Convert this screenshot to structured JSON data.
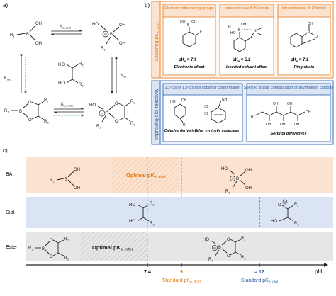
{
  "panel_a": {
    "label": "a)",
    "k_acid": "K",
    "k_acid_sub": "a, acid",
    "k_trig": "K",
    "k_trig_sub": "trig",
    "k_tet": "K",
    "k_tet_sub": "tet",
    "k_ester": "K",
    "k_ester_sub": "a, ester",
    "r1": "R",
    "r1_sub": "1",
    "r2": "R",
    "r2_sub": "2",
    "r3": "R",
    "r3_sub": "3",
    "oh": "OH",
    "ho": "HO",
    "b": "B",
    "o": "O"
  },
  "panel_b": {
    "label": "b)",
    "side_top_main": "Lowering pK",
    "side_top_sub": "a, acid",
    "side_bottom": "Improving diol reactivity",
    "boxes_top": [
      {
        "title": "Electron-withdrawing groups",
        "pka_label": "pK",
        "pka_sub": "a",
        "pka_value": " = 7.9",
        "caption": "Electronic effect"
      },
      {
        "title": "Intramolecular B-N bonds",
        "pka_label": "pK",
        "pka_sub": "a",
        "pka_value": " = 5.2",
        "caption": "Inserted solvent effect"
      },
      {
        "title": "Intramolecular B-O bonds",
        "pka_label": "pK",
        "pka_sub": "a",
        "pka_value": " = 7.2",
        "caption": "Ring strain"
      }
    ],
    "boxes_bottom": [
      {
        "title": "1,2-cis or 1,3-cis diol coplanar conformation",
        "caption_left": "Catechol derivatives",
        "caption_right": "Other synthetic molecules"
      },
      {
        "title": "Specific spatial configuration of asymmetric carbons",
        "caption": "Sorbitol derivatives"
      }
    ],
    "chem_f": "F",
    "chem_n": "N",
    "chem_h": "H",
    "chem_r": "R",
    "chem_nh2": "NH"
  },
  "panel_c": {
    "label": "c)",
    "rows": [
      {
        "label": "BA",
        "optimal_main": "Optimal pK",
        "optimal_sub": "a, acid"
      },
      {
        "label": "Diol"
      },
      {
        "label": "Ester",
        "optimal_main": "Optimal pK",
        "optimal_sub": "a, ester"
      }
    ],
    "axis_label": "pH",
    "ticks": [
      "7.4",
      "9",
      "≈ 12"
    ],
    "std_acid_main": "Standard pK",
    "std_acid_sub": "a, acid",
    "std_diol_main": "Standard pK",
    "std_diol_sub": "a, diol"
  },
  "colors": {
    "orange_border": "#e98a3c",
    "orange_fill": "#fbe3cf",
    "blue_border": "#3f6fb5",
    "blue_fill": "#dbe4f3",
    "grey_fill": "#e6e6e6",
    "std_acid_text": "#e07b1f",
    "std_diol_text": "#2e5ea6",
    "green_arrow": "#2e9b3a"
  }
}
